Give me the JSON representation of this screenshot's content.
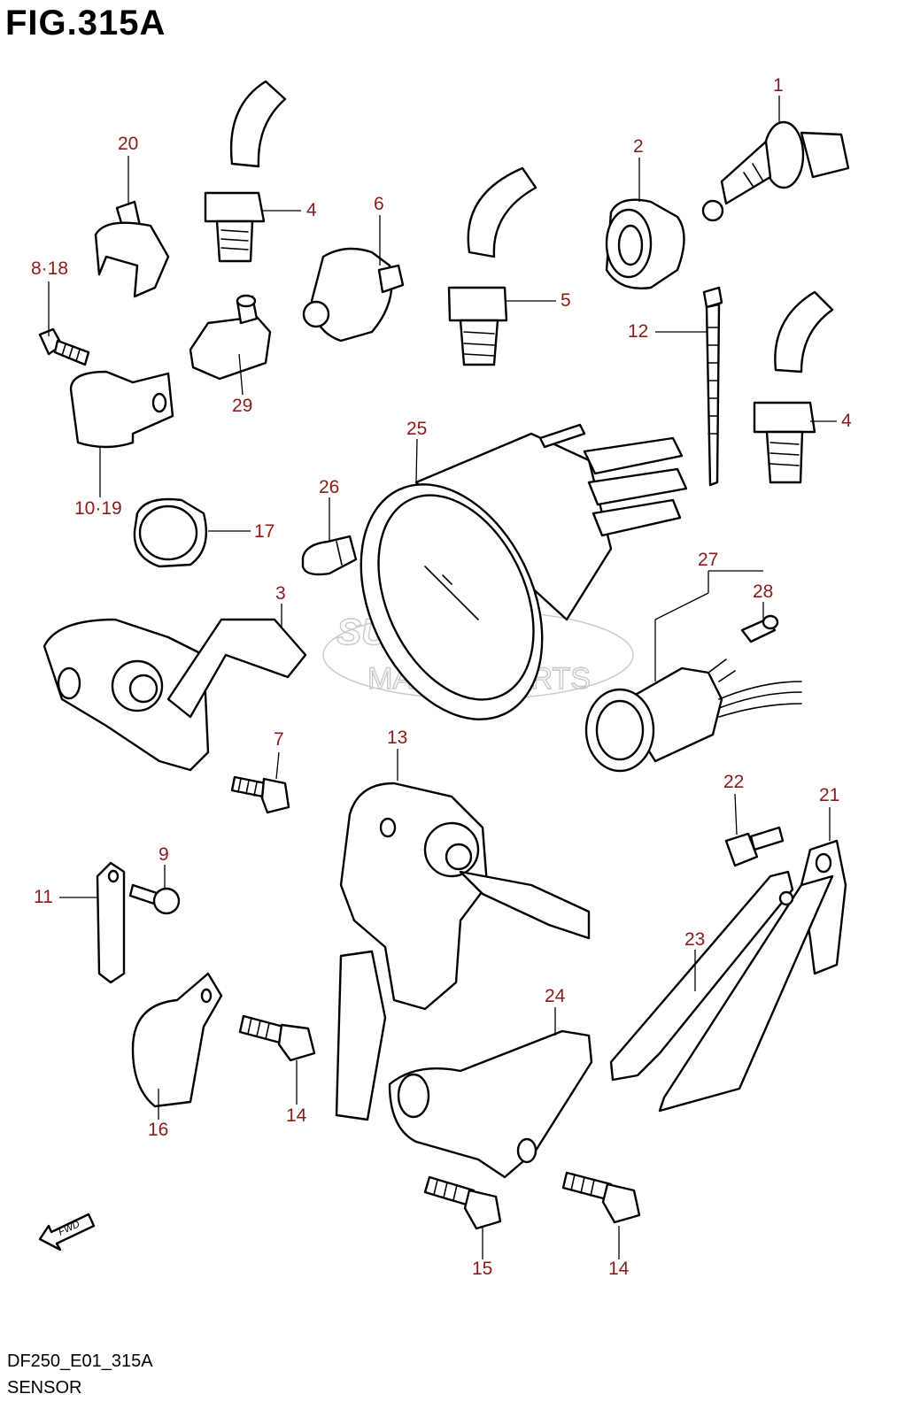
{
  "title": "FIG.315A",
  "footer": {
    "code": "DF250_E01_315A",
    "name": "SENSOR"
  },
  "label_color": "#8b1a1a",
  "watermark": {
    "line1": "SUZUKI",
    "line2": "MARINE PARTS"
  },
  "fwd_text": "FWD",
  "callouts": [
    {
      "id": "c1",
      "text": "1"
    },
    {
      "id": "c2",
      "text": "2"
    },
    {
      "id": "c3",
      "text": "3"
    },
    {
      "id": "c4a",
      "text": "4"
    },
    {
      "id": "c4b",
      "text": "4"
    },
    {
      "id": "c5",
      "text": "5"
    },
    {
      "id": "c6",
      "text": "6"
    },
    {
      "id": "c7",
      "text": "7"
    },
    {
      "id": "c818",
      "text": "8·18"
    },
    {
      "id": "c9",
      "text": "9"
    },
    {
      "id": "c1019",
      "text": "10·19"
    },
    {
      "id": "c11",
      "text": "11"
    },
    {
      "id": "c12",
      "text": "12"
    },
    {
      "id": "c13",
      "text": "13"
    },
    {
      "id": "c14a",
      "text": "14"
    },
    {
      "id": "c14b",
      "text": "14"
    },
    {
      "id": "c15",
      "text": "15"
    },
    {
      "id": "c16",
      "text": "16"
    },
    {
      "id": "c17",
      "text": "17"
    },
    {
      "id": "c20",
      "text": "20"
    },
    {
      "id": "c21",
      "text": "21"
    },
    {
      "id": "c22",
      "text": "22"
    },
    {
      "id": "c23",
      "text": "23"
    },
    {
      "id": "c24",
      "text": "24"
    },
    {
      "id": "c25",
      "text": "25"
    },
    {
      "id": "c26",
      "text": "26"
    },
    {
      "id": "c27",
      "text": "27"
    },
    {
      "id": "c28",
      "text": "28"
    },
    {
      "id": "c29",
      "text": "29"
    }
  ]
}
